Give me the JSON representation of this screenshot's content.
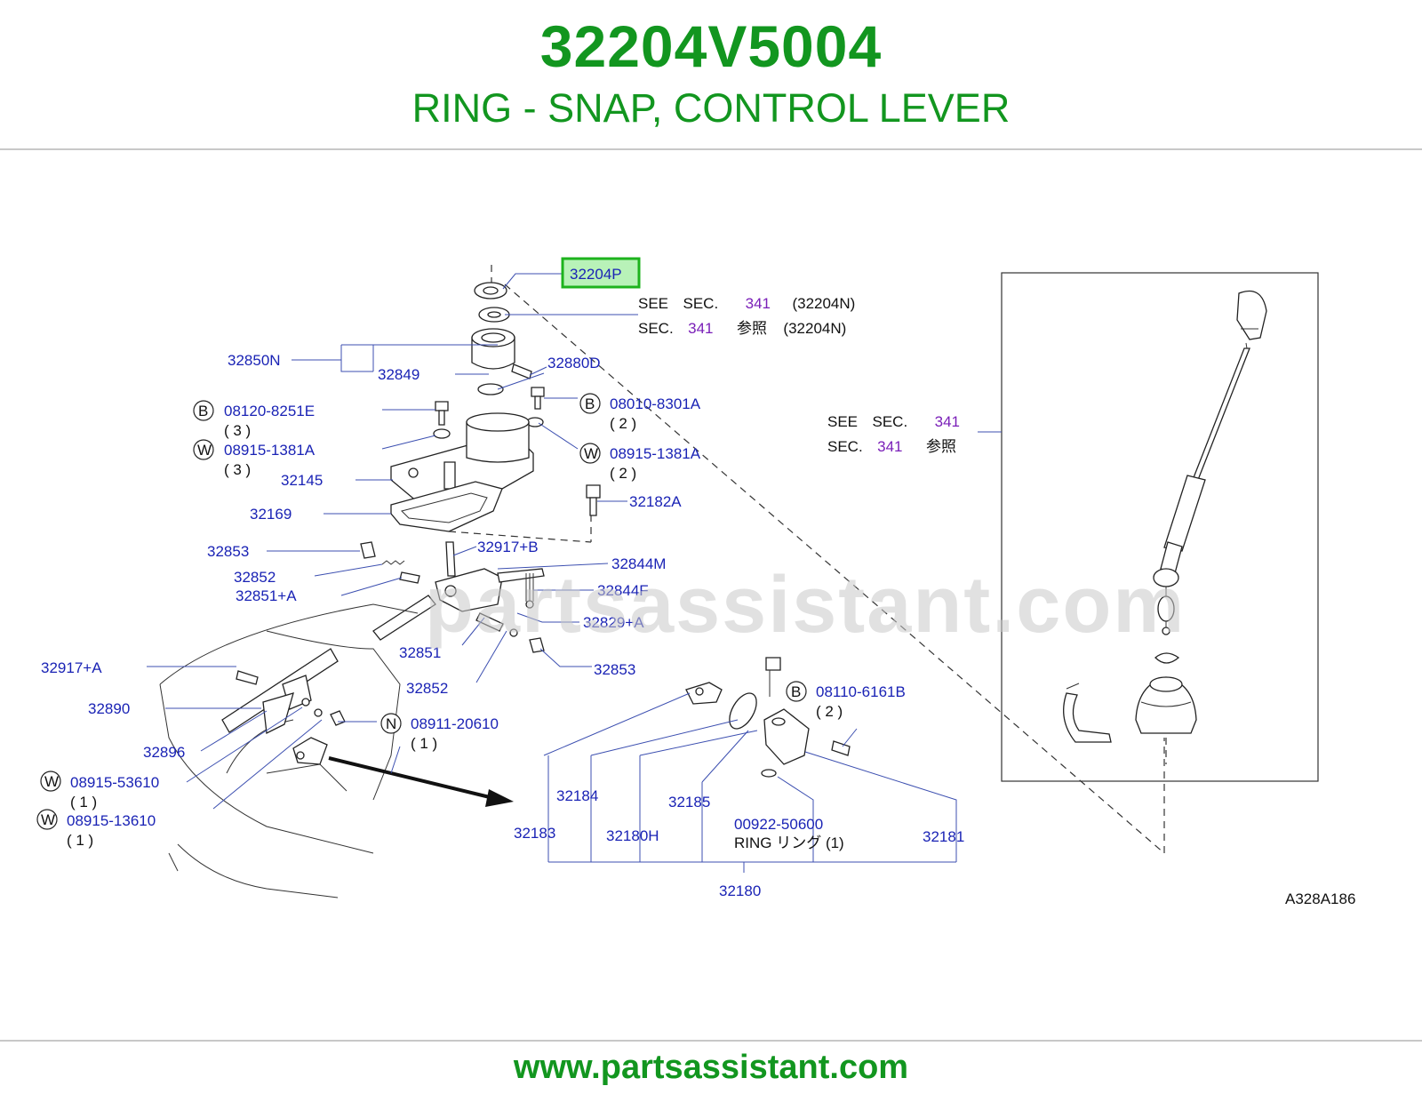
{
  "header": {
    "part_number": "32204V5004",
    "part_name": "RING - SNAP, CONTROL LEVER"
  },
  "footer": {
    "url": "www.partsassistant.com"
  },
  "watermark": "partsassistant.com",
  "diagram": {
    "code": "A328A186",
    "highlight_label": "32204P",
    "see_lines": [
      {
        "w1": "SEE",
        "w2": "SEC.",
        "num": "341",
        "ref": "(32204N)"
      },
      {
        "w1": "SEC.",
        "num": "341",
        "jp": "参照",
        "ref": "(32204N)"
      }
    ],
    "see_lines_right": [
      {
        "w1": "SEE",
        "w2": "SEC.",
        "num": "341"
      },
      {
        "w1": "SEC.",
        "num": "341",
        "jp": "参照"
      }
    ],
    "labels": {
      "p32850N": "32850N",
      "p32849": "32849",
      "p32880D": "32880D",
      "p08120_8251E": "08120-8251E",
      "q3a": "( 3 )",
      "p08915_1381A_l": "08915-1381A",
      "q3b": "( 3 )",
      "p08010_8301A": "08010-8301A",
      "q2a": "( 2 )",
      "p08915_1381A_r": "08915-1381A",
      "q2b": "( 2 )",
      "p32145": "32145",
      "p32169": "32169",
      "p32182A": "32182A",
      "p32853a": "32853",
      "p32917B": "32917+B",
      "p32844M": "32844M",
      "p32852a": "32852",
      "p32844F": "32844F",
      "p32851A": "32851+A",
      "p32829A": "32829+A",
      "p32851": "32851",
      "p32853b": "32853",
      "p32917A": "32917+A",
      "p32852b": "32852",
      "p32890": "32890",
      "p08911_20610": "08911-20610",
      "q1a": "( 1 )",
      "p32896": "32896",
      "p08915_53610": "08915-53610",
      "q1b": "( 1 )",
      "p08915_13610": "08915-13610",
      "q1c": "( 1 )",
      "p08110_6161B": "08110-6161B",
      "q2c": "( 2 )",
      "p32184": "32184",
      "p32185": "32185",
      "p32183": "32183",
      "p32180H": "32180H",
      "p00922_50600": "00922-50600",
      "ring_label": "RING リング (1)",
      "p32181": "32181",
      "p32180": "32180"
    },
    "badges": {
      "b": "B",
      "w": "W",
      "n": "N"
    }
  }
}
